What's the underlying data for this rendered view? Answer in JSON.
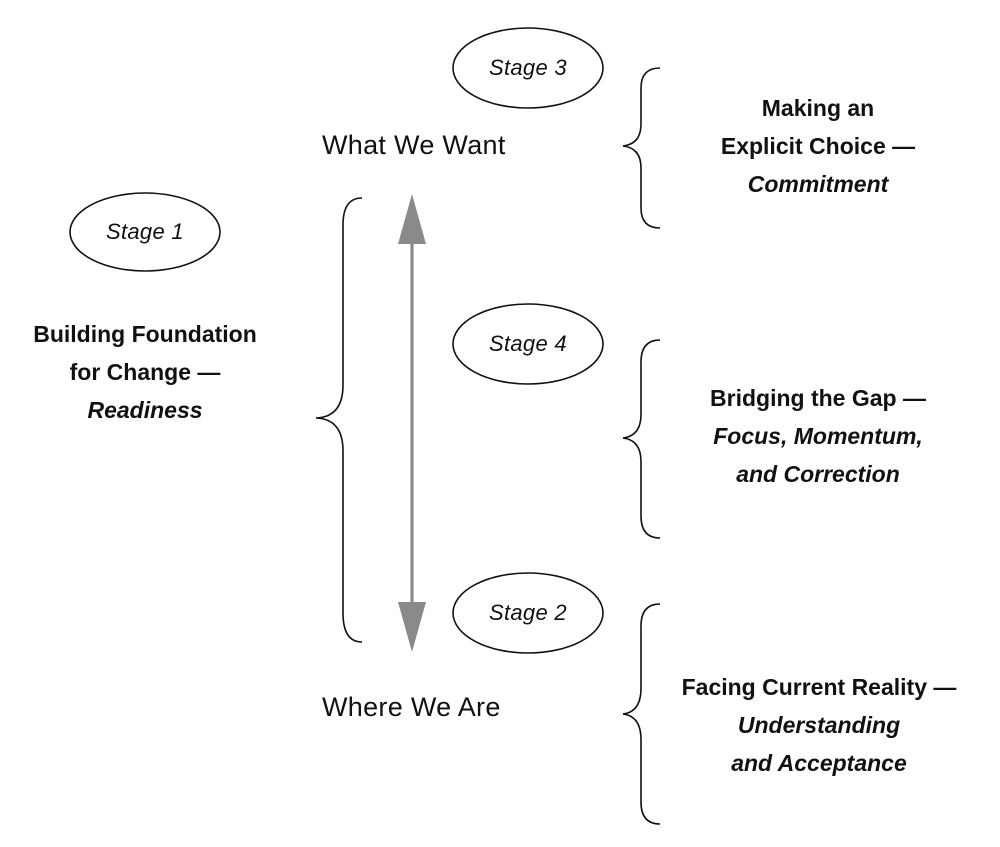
{
  "colors": {
    "ink": "#111111",
    "arrow": "#8a8a8c",
    "background": "#ffffff"
  },
  "stages": {
    "s1": {
      "badge": "Stage 1",
      "lines": [
        "Building Foundation",
        "for Change —"
      ],
      "emphasis": [
        "Readiness"
      ]
    },
    "s2": {
      "badge": "Stage 2",
      "lines": [
        "Facing Current Reality —"
      ],
      "emphasis": [
        "Understanding",
        "and Acceptance"
      ]
    },
    "s3": {
      "badge": "Stage 3",
      "lines": [
        "Making an",
        "Explicit Choice —"
      ],
      "emphasis": [
        "Commitment"
      ]
    },
    "s4": {
      "badge": "Stage 4",
      "lines": [
        "Bridging the Gap —"
      ],
      "emphasis": [
        "Focus, Momentum,",
        "and Correction"
      ]
    }
  },
  "states": {
    "top": "What We Want",
    "bottom": "Where We Are"
  },
  "icons": {
    "connector": "double-headed-arrow",
    "grouping": "curly-brace"
  }
}
